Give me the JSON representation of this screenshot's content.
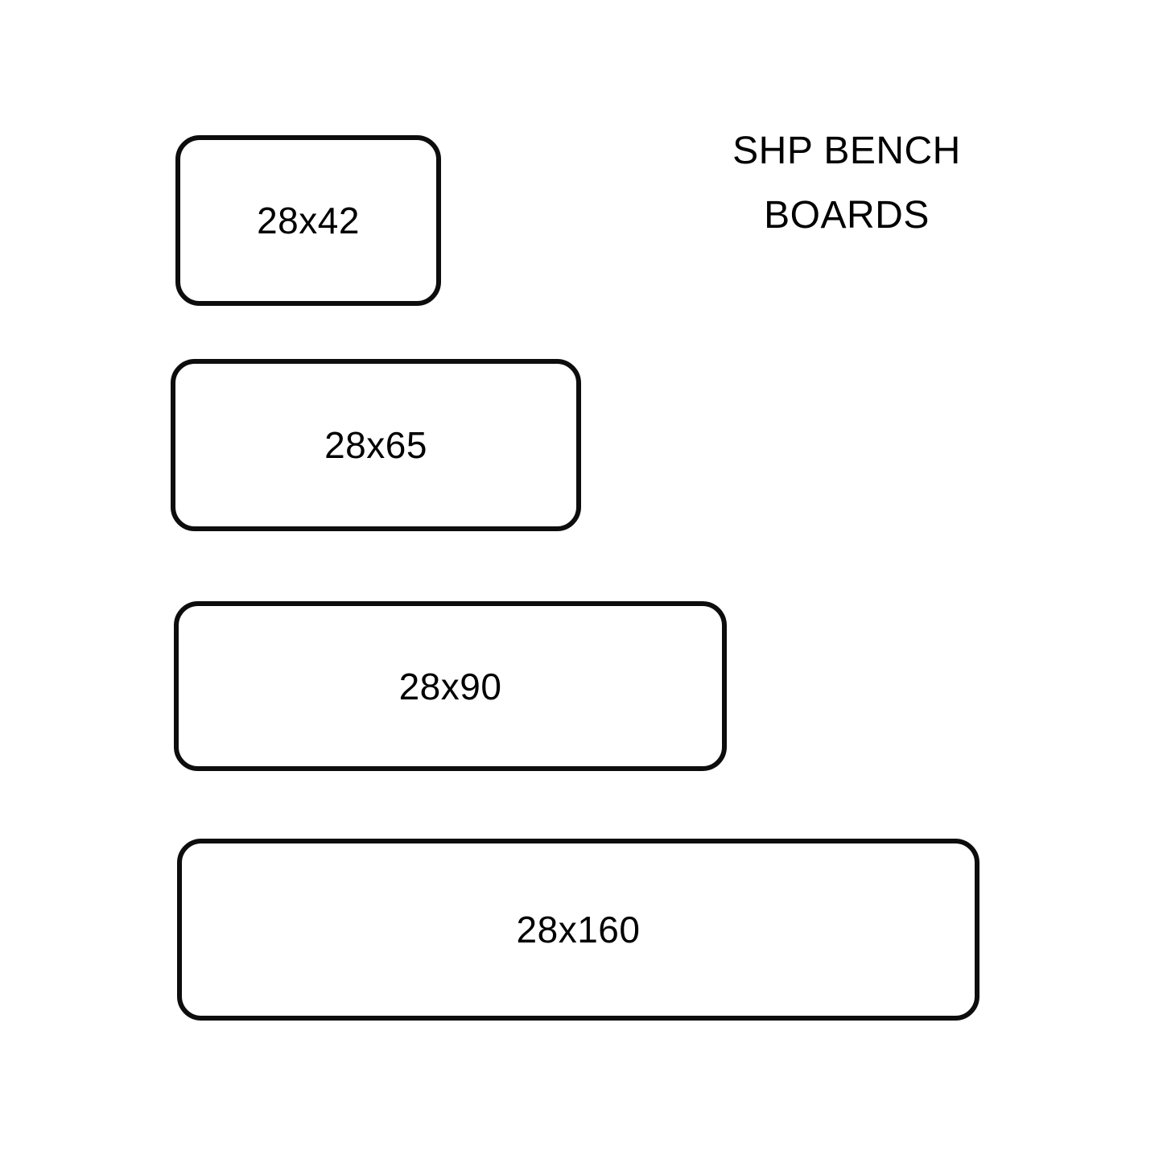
{
  "title": {
    "line1": "SHP BENCH",
    "line2": "BOARDS"
  },
  "boards": [
    {
      "label": "28x42"
    },
    {
      "label": "28x65"
    },
    {
      "label": "28x90"
    },
    {
      "label": "28x160"
    }
  ],
  "colors": {
    "outline": "#0d0d0d",
    "background": "#ffffff",
    "text": "#000000"
  }
}
